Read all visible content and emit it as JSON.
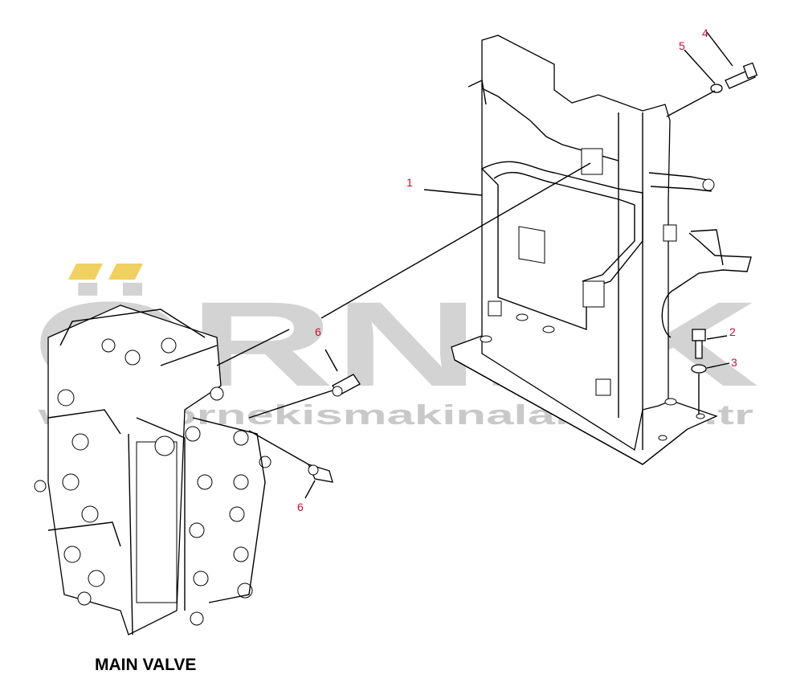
{
  "watermark": {
    "brand": "ÖRNEK",
    "url": "www.ornekismakinalari.com.tr",
    "accent_color": "#f0d060",
    "text_color": "#d3d3d3"
  },
  "caption": "MAIN VALVE",
  "callouts": [
    {
      "id": "c1",
      "label": "1",
      "part": "bracket"
    },
    {
      "id": "c2",
      "label": "2",
      "part": "bolt"
    },
    {
      "id": "c3",
      "label": "3",
      "part": "washer"
    },
    {
      "id": "c4",
      "label": "4",
      "part": "bolt"
    },
    {
      "id": "c5",
      "label": "5",
      "part": "washer"
    },
    {
      "id": "c6a",
      "label": "6",
      "part": "sensor"
    },
    {
      "id": "c6b",
      "label": "6",
      "part": "sensor"
    }
  ],
  "colors": {
    "callout": "#c8102e",
    "line": "#000000"
  }
}
